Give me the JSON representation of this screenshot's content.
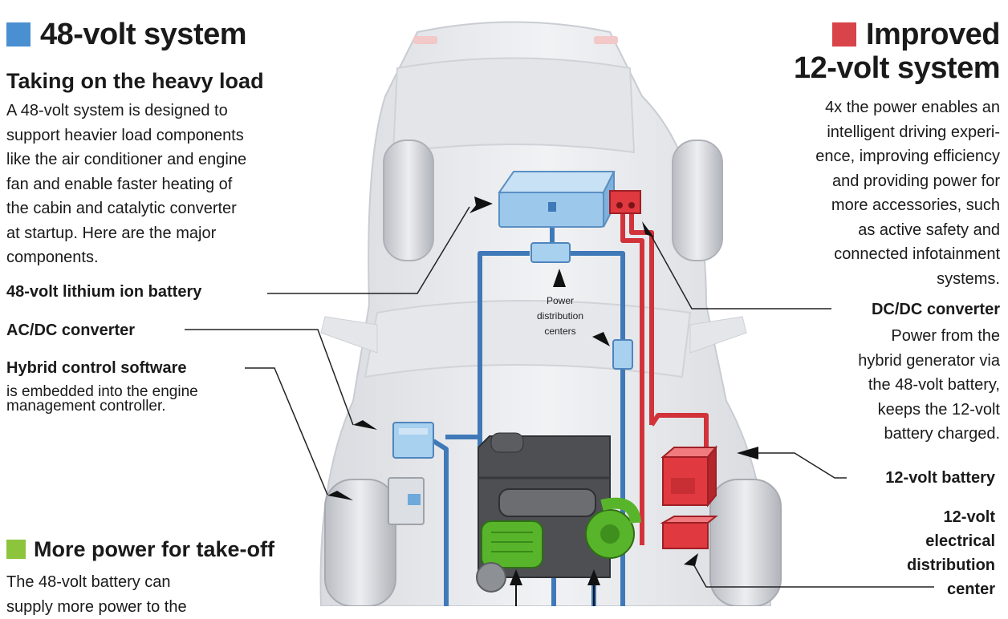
{
  "colors": {
    "system48": "#4a8fd1",
    "system12": "#d9434a",
    "takeoff": "#8cc43c",
    "wire48": "#3f79b8",
    "wire12": "#d2333b",
    "engine_green": "#58b52b"
  },
  "left": {
    "heading": "48-volt system",
    "subheading": "Taking on the heavy load",
    "body_lines": [
      "A 48-volt system is designed to",
      "support heavier load components",
      "like the air conditioner and engine",
      "fan and enable faster heating of",
      "the cabin and catalytic converter",
      "at startup. Here are the major",
      "components."
    ],
    "label_battery": "48-volt lithium ion battery",
    "label_acdc": "AC/DC converter",
    "label_software": "Hybrid control software",
    "software_lines": [
      "is embedded into the engine",
      "management controller."
    ],
    "takeoff_heading": "More power for take-off",
    "takeoff_lines": [
      "The 48-volt battery can",
      "supply more power to the"
    ]
  },
  "right": {
    "heading_lines": [
      "Improved",
      "12-volt system"
    ],
    "body_lines": [
      "4x the power enables an",
      "intelligent driving experi-",
      "ence, improving efficiency",
      "and providing power for",
      "more accessories, such",
      "as active safety and",
      "connected infotainment",
      "systems."
    ],
    "label_dcdc": "DC/DC converter",
    "dcdc_lines": [
      "Power from the",
      "hybrid generator via",
      "the 48-volt battery,",
      "keeps the 12-volt",
      "battery charged."
    ],
    "label_battery12": "12-volt battery",
    "distribution_lines": [
      "12-volt",
      "electrical",
      "distribution",
      "center"
    ]
  },
  "center": {
    "pdc_lines": [
      "Power",
      "distribution",
      "centers"
    ]
  }
}
